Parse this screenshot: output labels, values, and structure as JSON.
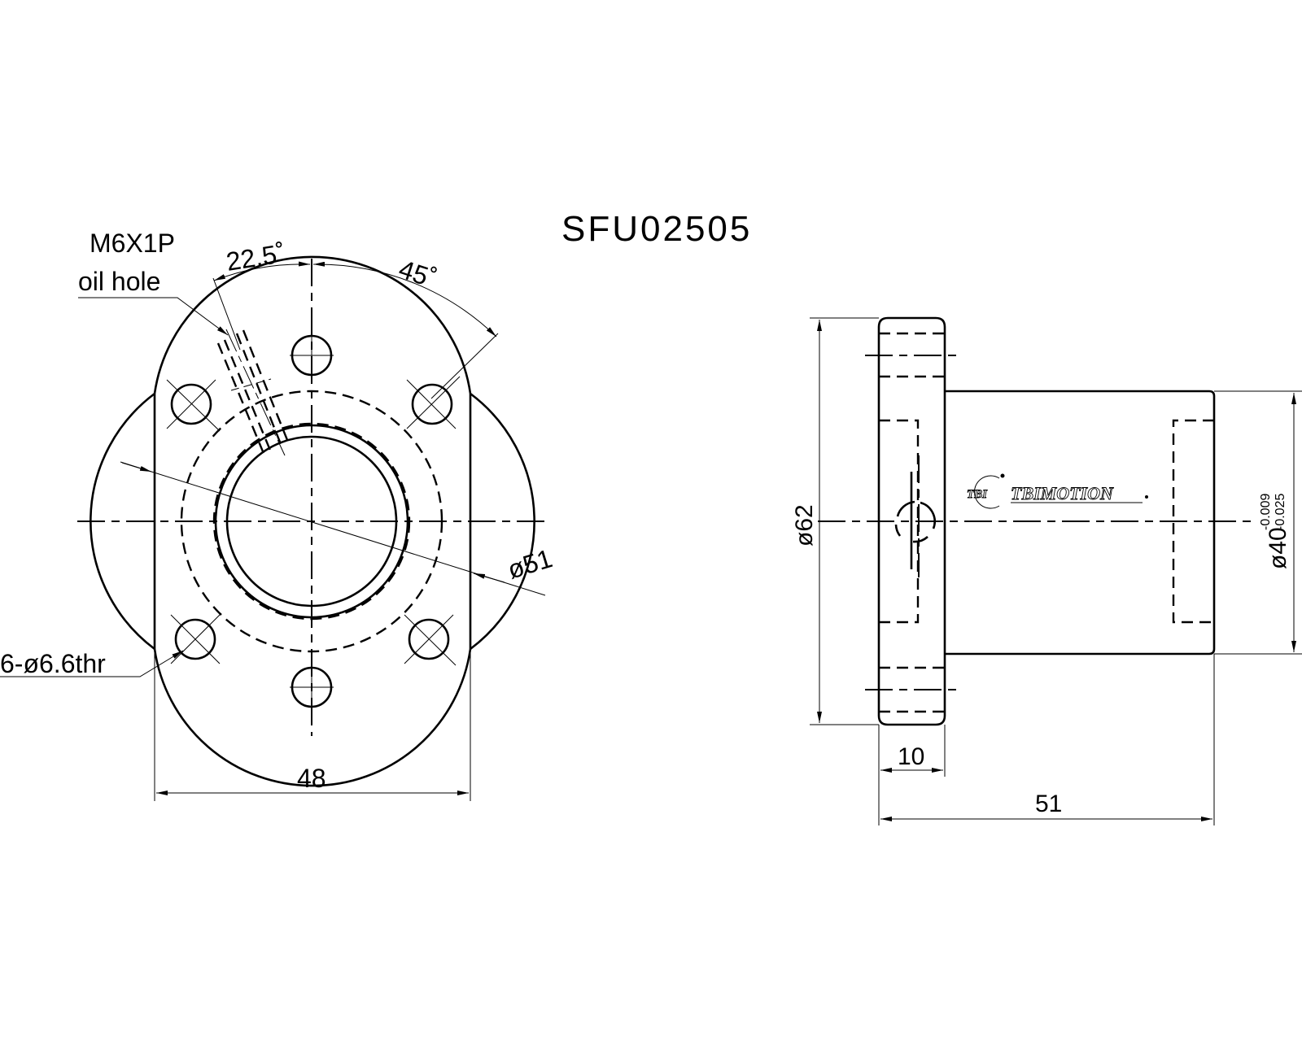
{
  "title": "SFU02505",
  "front_view": {
    "callout_thread": "M6X1P",
    "callout_oil_hole": "oil hole",
    "angle_offset": "22.5˚",
    "angle_spacing": "45˚",
    "bolt_circle_dia": "ø51",
    "holes_callout": "6-ø6.6thr",
    "width_dim": "48"
  },
  "side_view": {
    "flange_dia": "ø62",
    "body_dia": "ø40",
    "body_tol_upper": "-0.009",
    "body_tol_lower": "-0.025",
    "flange_thickness": "10",
    "total_length": "51",
    "logo_mark": "TBI",
    "logo_brand": "TBIMOTION",
    "logo_registered": "®"
  }
}
